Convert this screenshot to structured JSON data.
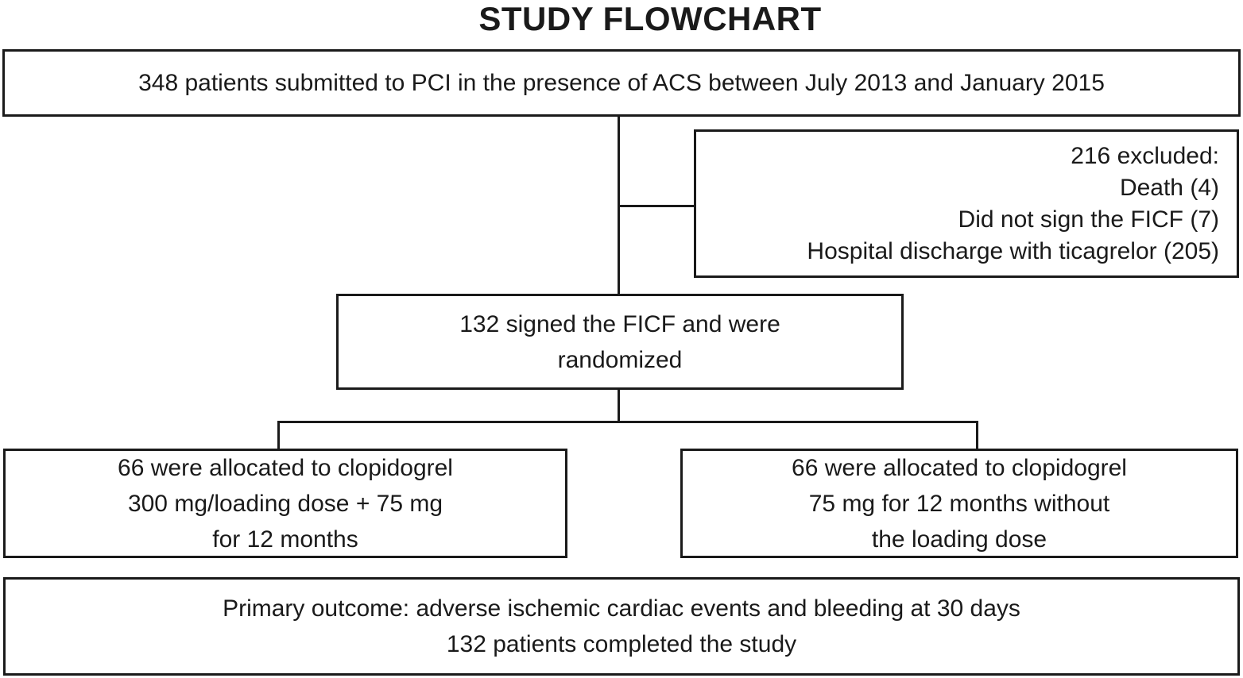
{
  "title": "STUDY FLOWCHART",
  "flowchart": {
    "enrollment_box": {
      "text": "348 patients submitted to PCI in the presence of ACS between July 2013 and January 2015"
    },
    "excluded_box": {
      "lines": [
        "216 excluded:",
        "Death (4)",
        "Did not sign the FICF (7)",
        "Hospital discharge with ticagrelor (205)"
      ]
    },
    "randomized_box": {
      "lines": [
        "132 signed the FICF and were",
        "randomized"
      ]
    },
    "left_arm_box": {
      "lines": [
        "66 were allocated to clopidogrel",
        "300 mg/loading dose + 75 mg",
        "for 12 months"
      ]
    },
    "right_arm_box": {
      "lines": [
        "66 were allocated to clopidogrel",
        "75 mg for 12 months without",
        "the loading dose"
      ]
    },
    "outcome_box": {
      "lines": [
        "Primary outcome: adverse ischemic cardiac events and bleeding at 30 days",
        "132 patients completed the study"
      ]
    }
  },
  "colors": {
    "background": "#ffffff",
    "border": "#1a1a1a",
    "text": "#1a1a1a"
  }
}
